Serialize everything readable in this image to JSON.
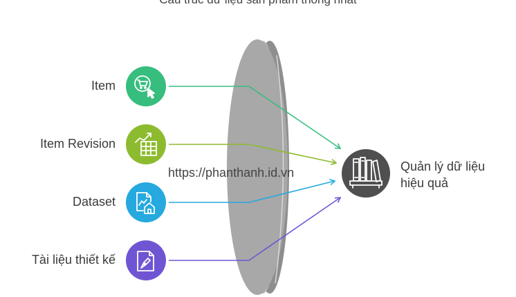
{
  "title": "Cấu trúc dữ liệu sản phẩm thống nhất",
  "inputs": [
    {
      "label": "Item",
      "color": "#37bd7e",
      "icon": "cart-cursor-icon"
    },
    {
      "label": "Item Revision",
      "color": "#8dbb2f",
      "icon": "chart-table-icon"
    },
    {
      "label": "Dataset",
      "color": "#25a9df",
      "icon": "document-chart-home-icon"
    },
    {
      "label": "Tài liệu thiết kế",
      "color": "#7055d3",
      "icon": "design-pen-icon"
    }
  ],
  "watermark": "https://phanthanh.id.vn",
  "output": {
    "line1": "Quản lý dữ liệu",
    "line2": "hiệu quả",
    "color": "#4f4f4f",
    "icon": "books-shelf-icon"
  },
  "lens_color": "#a8a8a8"
}
